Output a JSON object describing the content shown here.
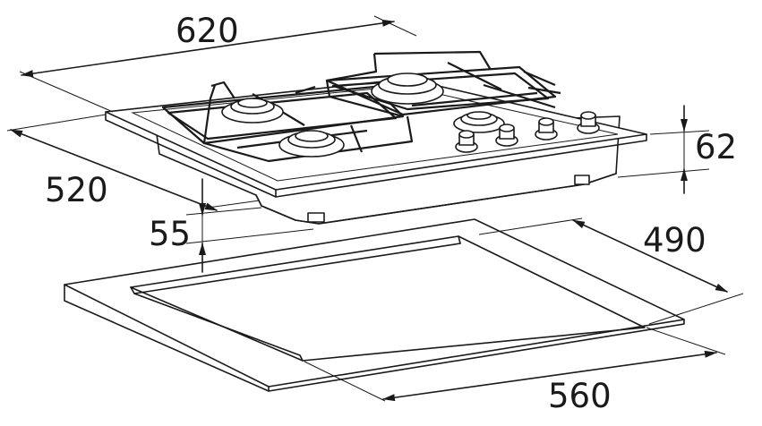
{
  "dimensions": {
    "width_top": "620",
    "depth_top": "520",
    "height_hob": "62",
    "height_below": "55",
    "cutout_depth": "490",
    "cutout_width": "560"
  },
  "colors": {
    "line": "#1a1a1a",
    "background": "#ffffff"
  }
}
